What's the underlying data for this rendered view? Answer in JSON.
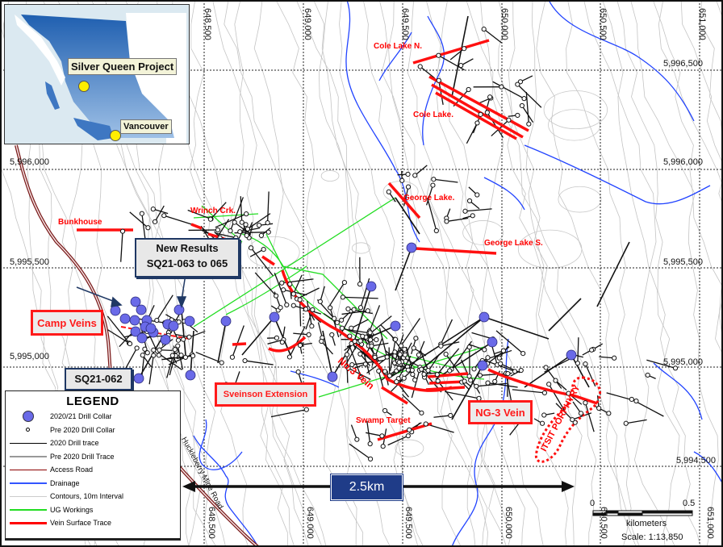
{
  "inset_map": {
    "project_label": "Silver Queen Project",
    "city_label": "Vancouver",
    "province_color": "#4a86c8",
    "marker_color": "#ffee00"
  },
  "grid": {
    "eastings_top": [
      "648,500",
      "649,000",
      "649,500",
      "650,000",
      "650,500",
      "651,000"
    ],
    "eastings_bottom": [
      "648,500",
      "649,000",
      "649,500",
      "650,000",
      "650,500",
      "651,000"
    ],
    "northings_right": [
      "5,996,500",
      "5,996,000",
      "5,995,500",
      "5,995,000",
      "5,994,500"
    ],
    "northings_left": [
      "5,996,000",
      "5,995,500",
      "5,995,000"
    ]
  },
  "labels": {
    "cole_lake_n": "Cole Lake N.",
    "cole_lake": "Cole Lake.",
    "george_lake": "George Lake.",
    "george_lake_s": "George Lake S.",
    "wrinch_crk": "Wrinch Crk.",
    "bunkhouse": "Bunkhouse",
    "no3_vein": "No.3 Vein",
    "swamp_target": "Swamp Target",
    "itsit_porphyry": "ITSIT PORPHYRY",
    "road": "Huckleberry Mine Road"
  },
  "boxed_labels": {
    "camp_veins": "Camp Veins",
    "sveinson_extension": "Sveinson Extension",
    "ng3_vein": "NG-3 Vein"
  },
  "callouts": {
    "new_results_line1": "New Results",
    "new_results_line2": "SQ21-063 to 065",
    "sq21_062": "SQ21-062"
  },
  "distance": {
    "label": "2.5km"
  },
  "legend": {
    "title": "LEGEND",
    "items": [
      {
        "label": "2020/21 Drill Collar",
        "symbol": "big-collar",
        "color": "#6a6ae8"
      },
      {
        "label": "Pre 2020 Drill Collar",
        "symbol": "small-collar",
        "color": "#000000"
      },
      {
        "label": "2020 Drill trace",
        "symbol": "line",
        "color": "#000000"
      },
      {
        "label": "Pre 2020 Drill Trace",
        "symbol": "line",
        "color": "#999999"
      },
      {
        "label": "Access Road",
        "symbol": "line",
        "color": "#8b0000"
      },
      {
        "label": "Drainage",
        "symbol": "line",
        "color": "#3355ff"
      },
      {
        "label": "Contours, 10m Interval",
        "symbol": "line",
        "color": "#cccccc"
      },
      {
        "label": "UG Workings",
        "symbol": "line",
        "color": "#22dd22"
      },
      {
        "label": "Vein Surface Trace",
        "symbol": "thick-line",
        "color": "#ff0000"
      }
    ]
  },
  "scale_bar": {
    "start": "0",
    "end": "0.5",
    "unit": "kilometers",
    "ratio": "Scale: 1:13,850"
  }
}
